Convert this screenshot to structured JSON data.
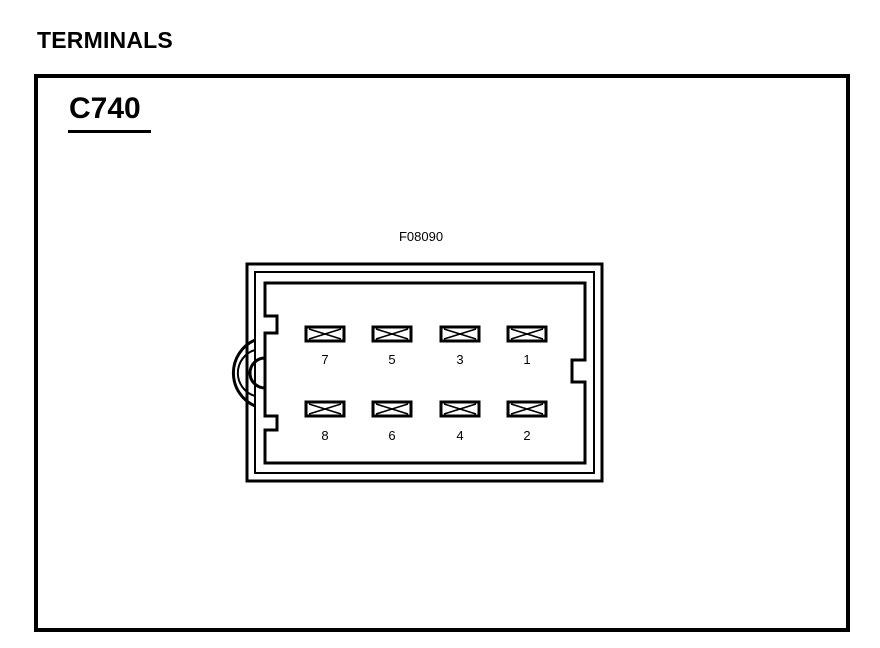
{
  "heading": "TERMINALS",
  "connector": {
    "id": "C740",
    "part_number": "F08090",
    "pins_top_row": [
      {
        "label": "7",
        "icon": "terminal-cavity-icon"
      },
      {
        "label": "5",
        "icon": "terminal-cavity-icon"
      },
      {
        "label": "3",
        "icon": "terminal-cavity-icon"
      },
      {
        "label": "1",
        "icon": "terminal-cavity-icon"
      }
    ],
    "pins_bottom_row": [
      {
        "label": "8",
        "icon": "terminal-cavity-icon"
      },
      {
        "label": "6",
        "icon": "terminal-cavity-icon"
      },
      {
        "label": "4",
        "icon": "terminal-cavity-icon"
      },
      {
        "label": "2",
        "icon": "terminal-cavity-icon"
      }
    ]
  },
  "colors": {
    "line": "#000000",
    "background": "#ffffff"
  }
}
